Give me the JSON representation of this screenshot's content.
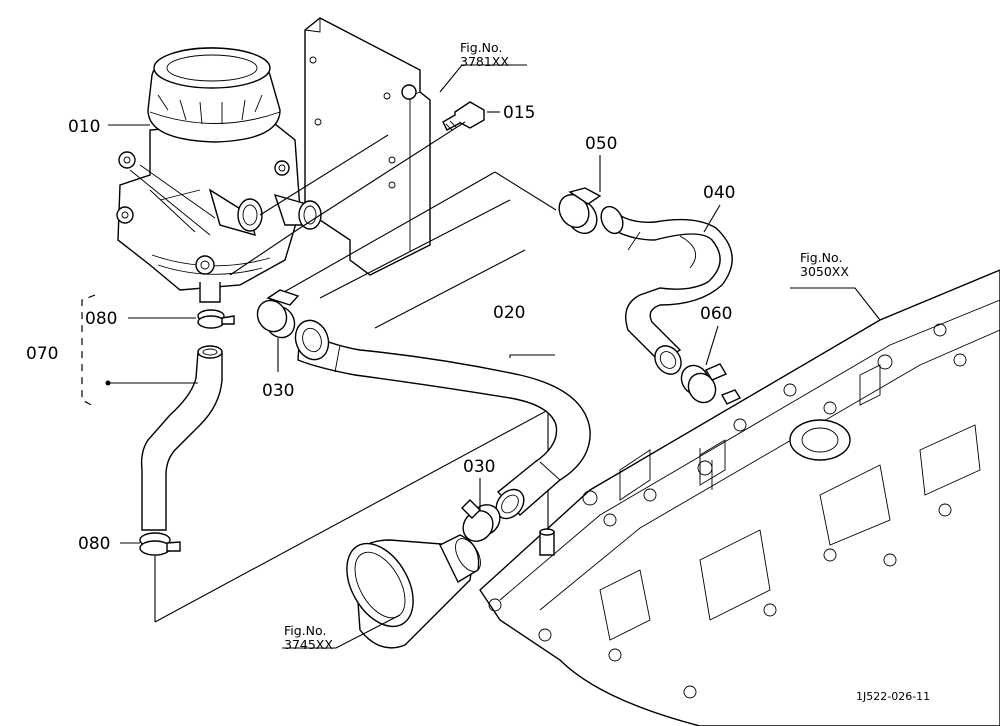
{
  "diagram": {
    "part_labels": [
      {
        "id": "p010",
        "text": "010"
      },
      {
        "id": "p015",
        "text": "015"
      },
      {
        "id": "p020",
        "text": "020"
      },
      {
        "id": "p030a",
        "text": "030"
      },
      {
        "id": "p030b",
        "text": "030"
      },
      {
        "id": "p040",
        "text": "040"
      },
      {
        "id": "p050",
        "text": "050"
      },
      {
        "id": "p060",
        "text": "060"
      },
      {
        "id": "p070",
        "text": "070"
      },
      {
        "id": "p080a",
        "text": "080"
      },
      {
        "id": "p080b",
        "text": "080"
      }
    ],
    "fig_refs": [
      {
        "id": "f3781",
        "line1": "Fig.No.",
        "line2": "3781XX"
      },
      {
        "id": "f3050",
        "line1": "Fig.No.",
        "line2": "3050XX"
      },
      {
        "id": "f3745",
        "line1": "Fig.No.",
        "line2": "3745XX"
      }
    ],
    "drawing_code": "1J522-026-11"
  }
}
